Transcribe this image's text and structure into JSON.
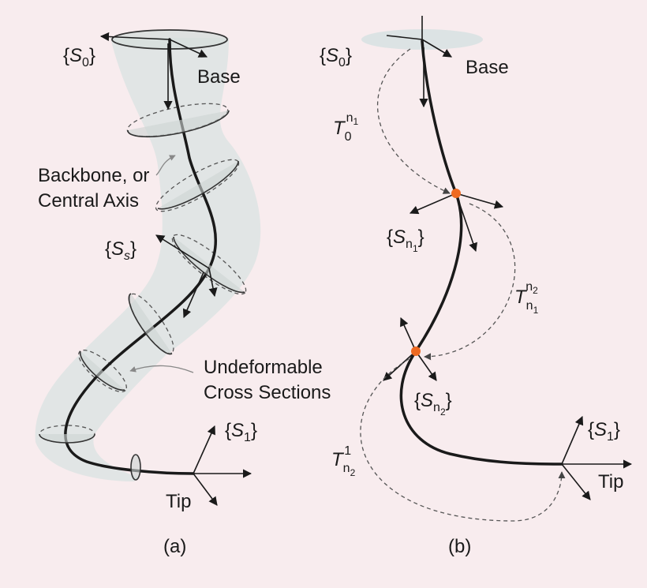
{
  "panel_a": {
    "frame_base": {
      "base": "S",
      "sub": "0"
    },
    "base_label": "Base",
    "backbone_line1": "Backbone, or",
    "backbone_line2": "Central Axis",
    "frame_s": {
      "base": "S",
      "sub": "s"
    },
    "cross_line1": "Undeformable",
    "cross_line2": "Cross Sections",
    "frame_tip": {
      "base": "S",
      "sub": "1"
    },
    "tip_label": "Tip",
    "caption": "(a)"
  },
  "panel_b": {
    "frame_base": {
      "base": "S",
      "sub": "0"
    },
    "base_label": "Base",
    "t01": {
      "base": "T",
      "sub": "0",
      "sup": "n",
      "supsub": "1"
    },
    "frame_n1": {
      "base": "S",
      "sub": "n",
      "subsub": "1"
    },
    "tn1n2": {
      "base": "T",
      "sub": "n",
      "subsub": "1",
      "sup": "n",
      "supsub": "2"
    },
    "frame_n2": {
      "base": "S",
      "sub": "n",
      "subsub": "2"
    },
    "tn21": {
      "base": "T",
      "sub": "n",
      "subsub": "2",
      "sup": "1"
    },
    "frame_tip": {
      "base": "S",
      "sub": "1"
    },
    "tip_label": "Tip",
    "caption": "(b)"
  },
  "colors": {
    "background": "#f8ecee",
    "node": "#ee6a22",
    "tube": "#d9e3e1"
  }
}
